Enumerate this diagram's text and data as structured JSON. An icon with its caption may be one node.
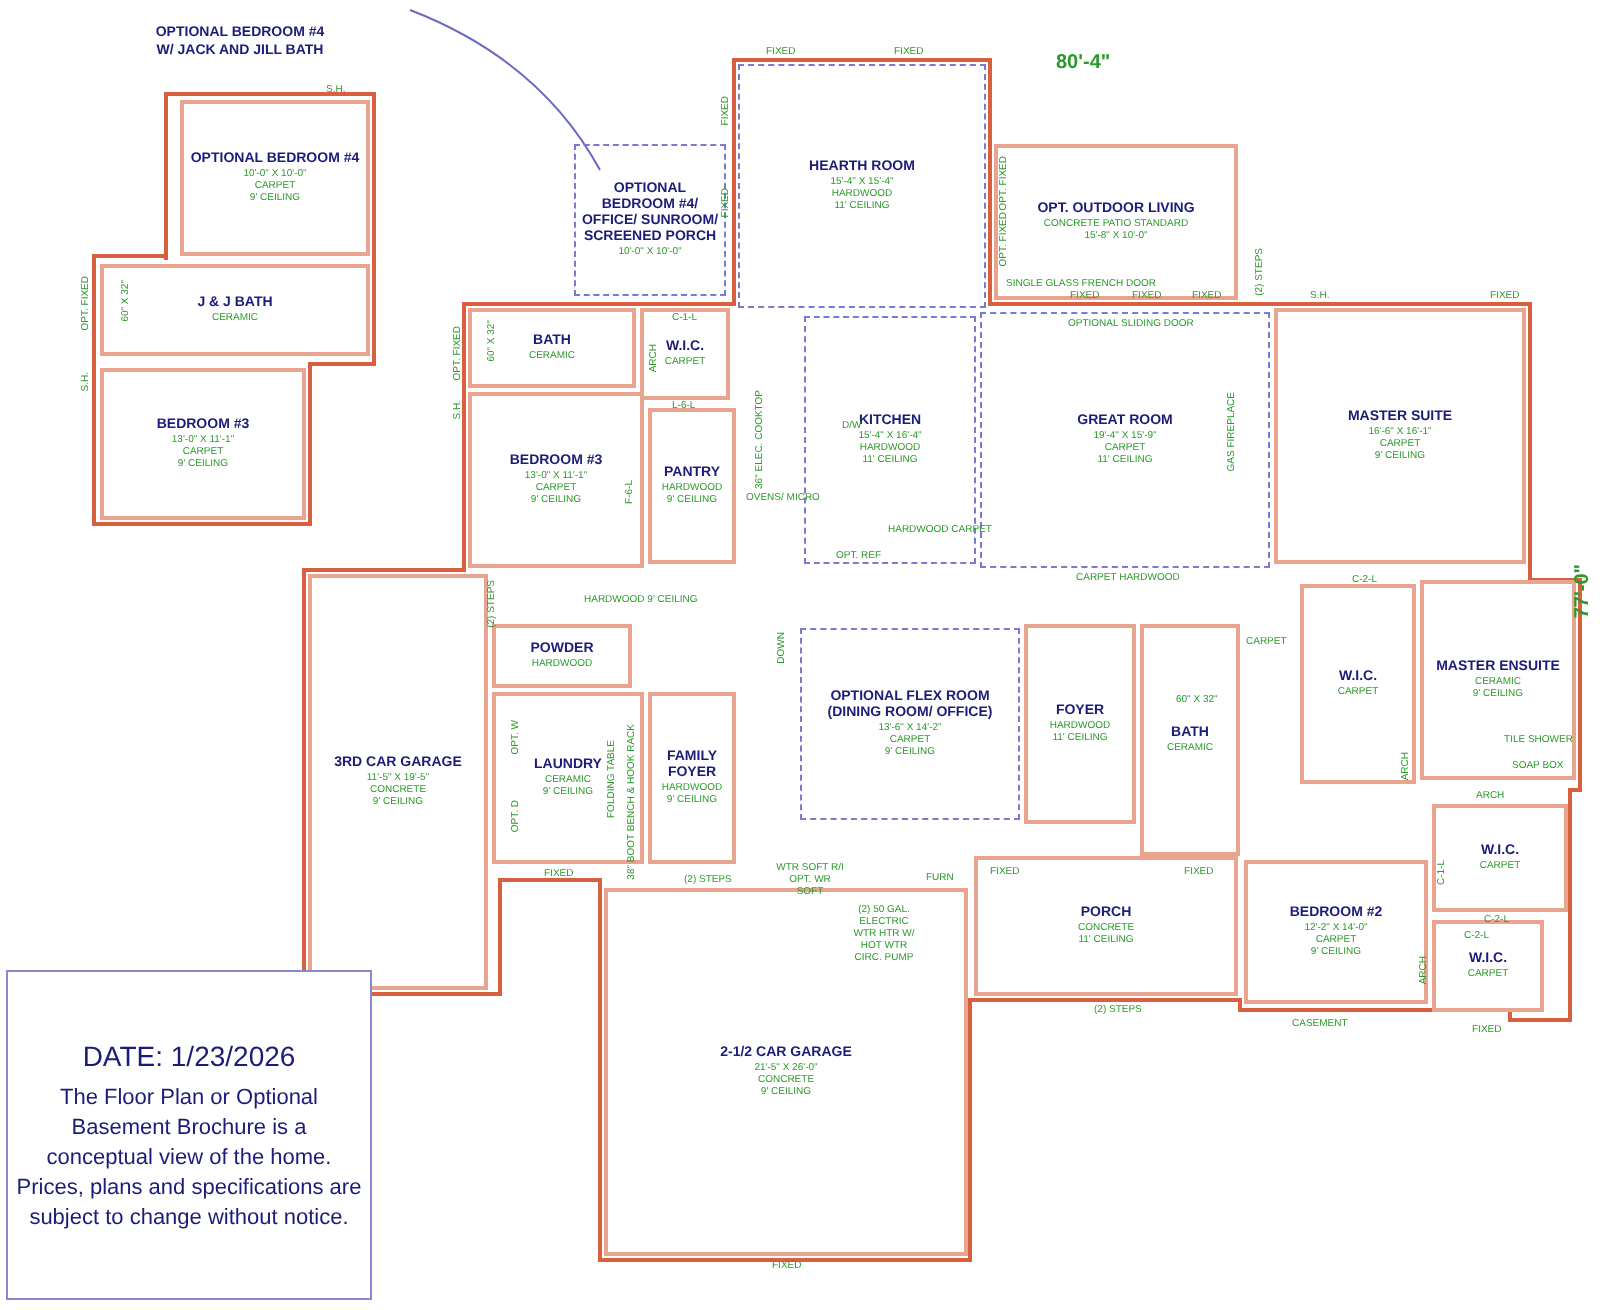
{
  "diagram": {
    "nodes": [
      {
        "text": [
          "OPTIONAL BEDROOM #4",
          "10'-0\" X 10'-0\"",
          "CARPET",
          "9' CEILING"
        ]
      },
      {
        "text": [
          "J & J BATH",
          "CERAMIC"
        ]
      },
      {
        "text": [
          "BEDROOM #3",
          "13'-0\" X 11'-1\"",
          "CARPET",
          "9' CEILING"
        ]
      },
      {
        "text": [
          "OPTIONAL BEDROOM #4/ OFFICE/ SUNROOM/ SCREENED PORCH",
          "10'-0\" X 10'-0\""
        ]
      },
      {
        "text": [
          "HEARTH ROOM",
          "15'-4\" X 15'-4\"",
          "HARDWOOD",
          "11' CEILING"
        ]
      },
      {
        "text": [
          "OPT. OUTDOOR LIVING",
          "CONCRETE PATIO STANDARD",
          "15'-8\" X 10'-0\""
        ]
      },
      {
        "text": [
          "BATH",
          "CERAMIC"
        ]
      },
      {
        "text": [
          "W.I.C.",
          "CARPET"
        ]
      },
      {
        "text": [
          "BEDROOM #3",
          "13'-0\" X 11'-1\"",
          "CARPET",
          "9' CEILING"
        ]
      },
      {
        "text": [
          "KITCHEN",
          "15'-4\" X 16'-4\"",
          "HARDWOOD",
          "11' CEILING"
        ]
      },
      {
        "text": [
          "PANTRY",
          "HARDWOOD",
          "9' CEILING"
        ]
      },
      {
        "text": [
          "GREAT ROOM",
          "19'-4\" X 15'-9\"",
          "CARPET",
          "11' CEILING"
        ]
      },
      {
        "text": [
          "MASTER SUITE",
          "16'-6\" X 16'-1\"",
          "CARPET",
          "9' CEILING"
        ]
      },
      {
        "text": [
          "3RD CAR GARAGE",
          "11'-5\" X 19'-5\"",
          "CONCRETE",
          "9' CEILING"
        ]
      },
      {
        "text": [
          "POWDER",
          "HARDWOOD"
        ]
      },
      {
        "text": [
          "LAUNDRY",
          "CERAMIC",
          "9' CEILING"
        ]
      },
      {
        "text": [
          "FAMILY FOYER",
          "HARDWOOD",
          "9' CEILING"
        ]
      },
      {
        "text": [
          "OPTIONAL FLEX ROOM (DINING ROOM/ OFFICE)",
          "13'-6\" X 14'-2\"",
          "CARPET",
          "9' CEILING"
        ]
      },
      {
        "text": [
          "FOYER",
          "HARDWOOD",
          "11' CEILING"
        ]
      },
      {
        "text": [
          "BATH",
          "CERAMIC"
        ]
      },
      {
        "text": [
          "W.I.C.",
          "CARPET"
        ]
      },
      {
        "text": [
          "MASTER ENSUITE",
          "CERAMIC",
          "9' CEILING"
        ]
      },
      {
        "text": [
          "BEDROOM #2",
          "12'-2\" X 14'-0\"",
          "CARPET",
          "9' CEILING"
        ]
      },
      {
        "text": [
          "W.I.C.",
          "CARPET"
        ]
      },
      {
        "text": [
          "W.I.C.",
          "CARPET"
        ]
      },
      {
        "text": [
          "PORCH",
          "CONCRETE",
          "11' CEILING"
        ]
      },
      {
        "text": [
          "2-1/2 CAR GARAGE",
          "21'-5\" X 26'-0\"",
          "CONCRETE",
          "9' CEILING"
        ]
      },
      {
        "text": [
          "DATE: 1/23/2026",
          "The Floor Plan or Optional Basement Brochure is a conceptual view of the home. Prices, plans and specifications are subject to change without notice."
        ]
      }
    ],
    "labels": [
      "OPTIONAL BEDROOM #4 W/ JACK AND JILL BATH",
      "80'-4\"",
      "77'-0\"",
      "S.H.",
      "OPT. FIXED",
      "S.H.",
      "FIXED",
      "FIXED",
      "FIXED",
      "FIXED",
      "OPT. FIXED",
      "OPT. FIXED",
      "SINGLE GLASS FRENCH DOOR",
      "FIXED",
      "FIXED",
      "FIXED",
      "OPTIONAL SLIDING DOOR",
      "(2) STEPS",
      "S.H.",
      "FIXED",
      "OPT. FIXED",
      "S.H.",
      "36\" ELEC. COOKTOP",
      "OVENS/ MICRO",
      "D/W",
      "OPT. REF",
      "HARDWOOD CARPET",
      "GAS FIREPLACE",
      "CARPET HARDWOOD",
      "(2) STEPS",
      "HARDWOOD 9' CEILING",
      "CARPET",
      "DOWN",
      "FOLDING TABLE",
      "38\" BOOT BENCH & HOOK RACK",
      "FIXED",
      "(2) STEPS",
      "WTR SOFT R/I OPT. WR SOFT",
      "(2) 50 GAL. ELECTRIC WTR HTR W/ HOT WTR CIRC. PUMP",
      "FURN",
      "FIXED",
      "FIXED",
      "(2) STEPS",
      "CASEMENT",
      "FIXED",
      "FIXED",
      "60\" X 32\"",
      "60\" X 32\"",
      "60\" X 32\"",
      "TILE SHOWER",
      "SOAP BOX",
      "ARCH",
      "ARCH",
      "ARCH",
      "ARCH",
      "C-1-L",
      "L-6-L",
      "C-2-L",
      "C-1-L",
      "C-2-L",
      "C-2-L",
      "F-6-L",
      "OPT. W",
      "OPT. D"
    ]
  }
}
